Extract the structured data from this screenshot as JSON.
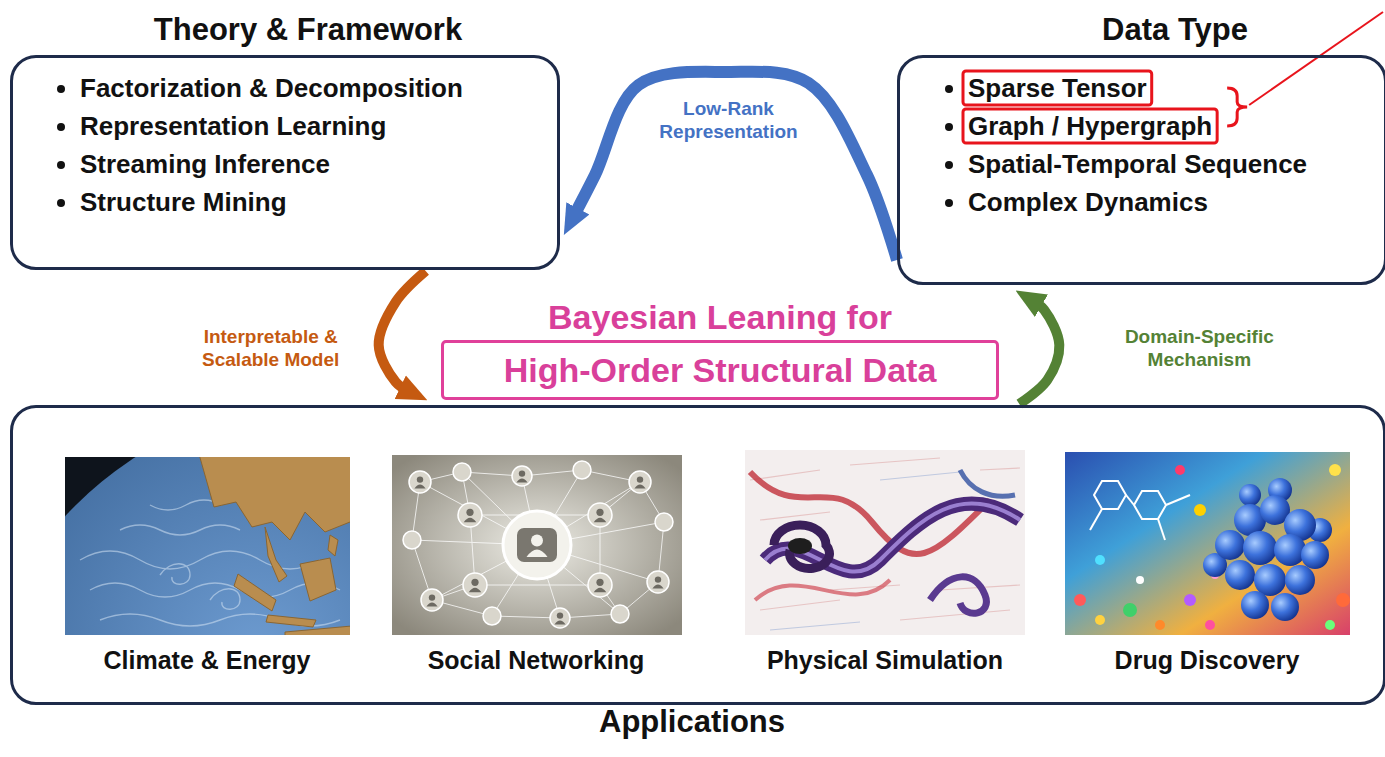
{
  "diagram": {
    "nodes": [
      {
        "text": [
          "Theory & Framework",
          "Factorization & Decomposition",
          "Representation Learning",
          "Streaming Inference",
          "Structure Mining"
        ]
      },
      {
        "text": [
          "Data Type",
          "Sparse Tensor",
          "Graph / Hypergraph",
          "Spatial-Temporal Sequence",
          "Complex Dynamics"
        ]
      },
      {
        "text": [
          "Bayesian Leaning for",
          "High-Order Structural Data"
        ]
      },
      {
        "text": [
          "Applications",
          "Climate & Energy",
          "Social Networking",
          "Physical Simulation",
          "Drug Discovery"
        ]
      }
    ],
    "edges": [
      {
        "from": 1,
        "to": 0,
        "arrow": "to",
        "label": "Low-Rank Representation"
      },
      {
        "from": 0,
        "to": 3,
        "arrow": "to",
        "label": "Interpretable & Scalable Model"
      },
      {
        "from": 3,
        "to": 1,
        "arrow": "to",
        "label": "Domain-Specific Mechanism"
      }
    ]
  }
}
